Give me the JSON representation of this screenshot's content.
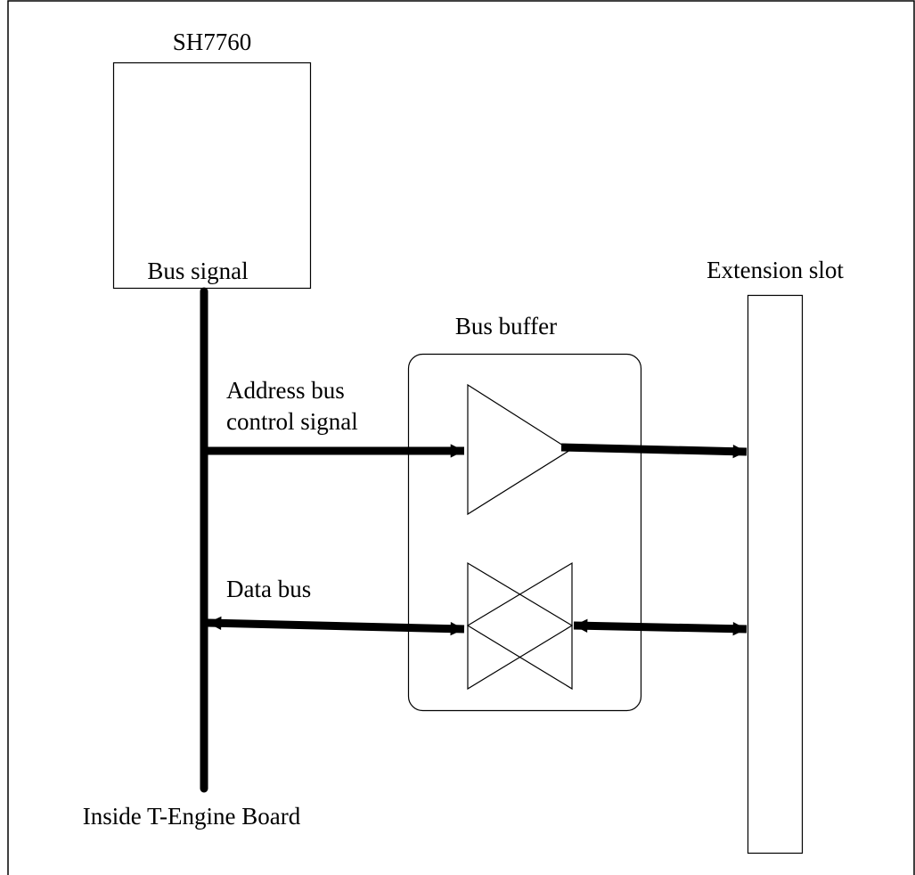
{
  "diagram": {
    "colors": {
      "line": "#000000",
      "background": "#ffffff"
    },
    "labels": {
      "cpu": "SH7760",
      "bus_signal": "Bus signal",
      "extension_slot": "Extension slot",
      "bus_buffer": "Bus buffer",
      "address_bus_line1": "Address bus",
      "address_bus_line2": "control signal",
      "data_bus": "Data bus",
      "board": "Inside T-Engine Board"
    }
  }
}
